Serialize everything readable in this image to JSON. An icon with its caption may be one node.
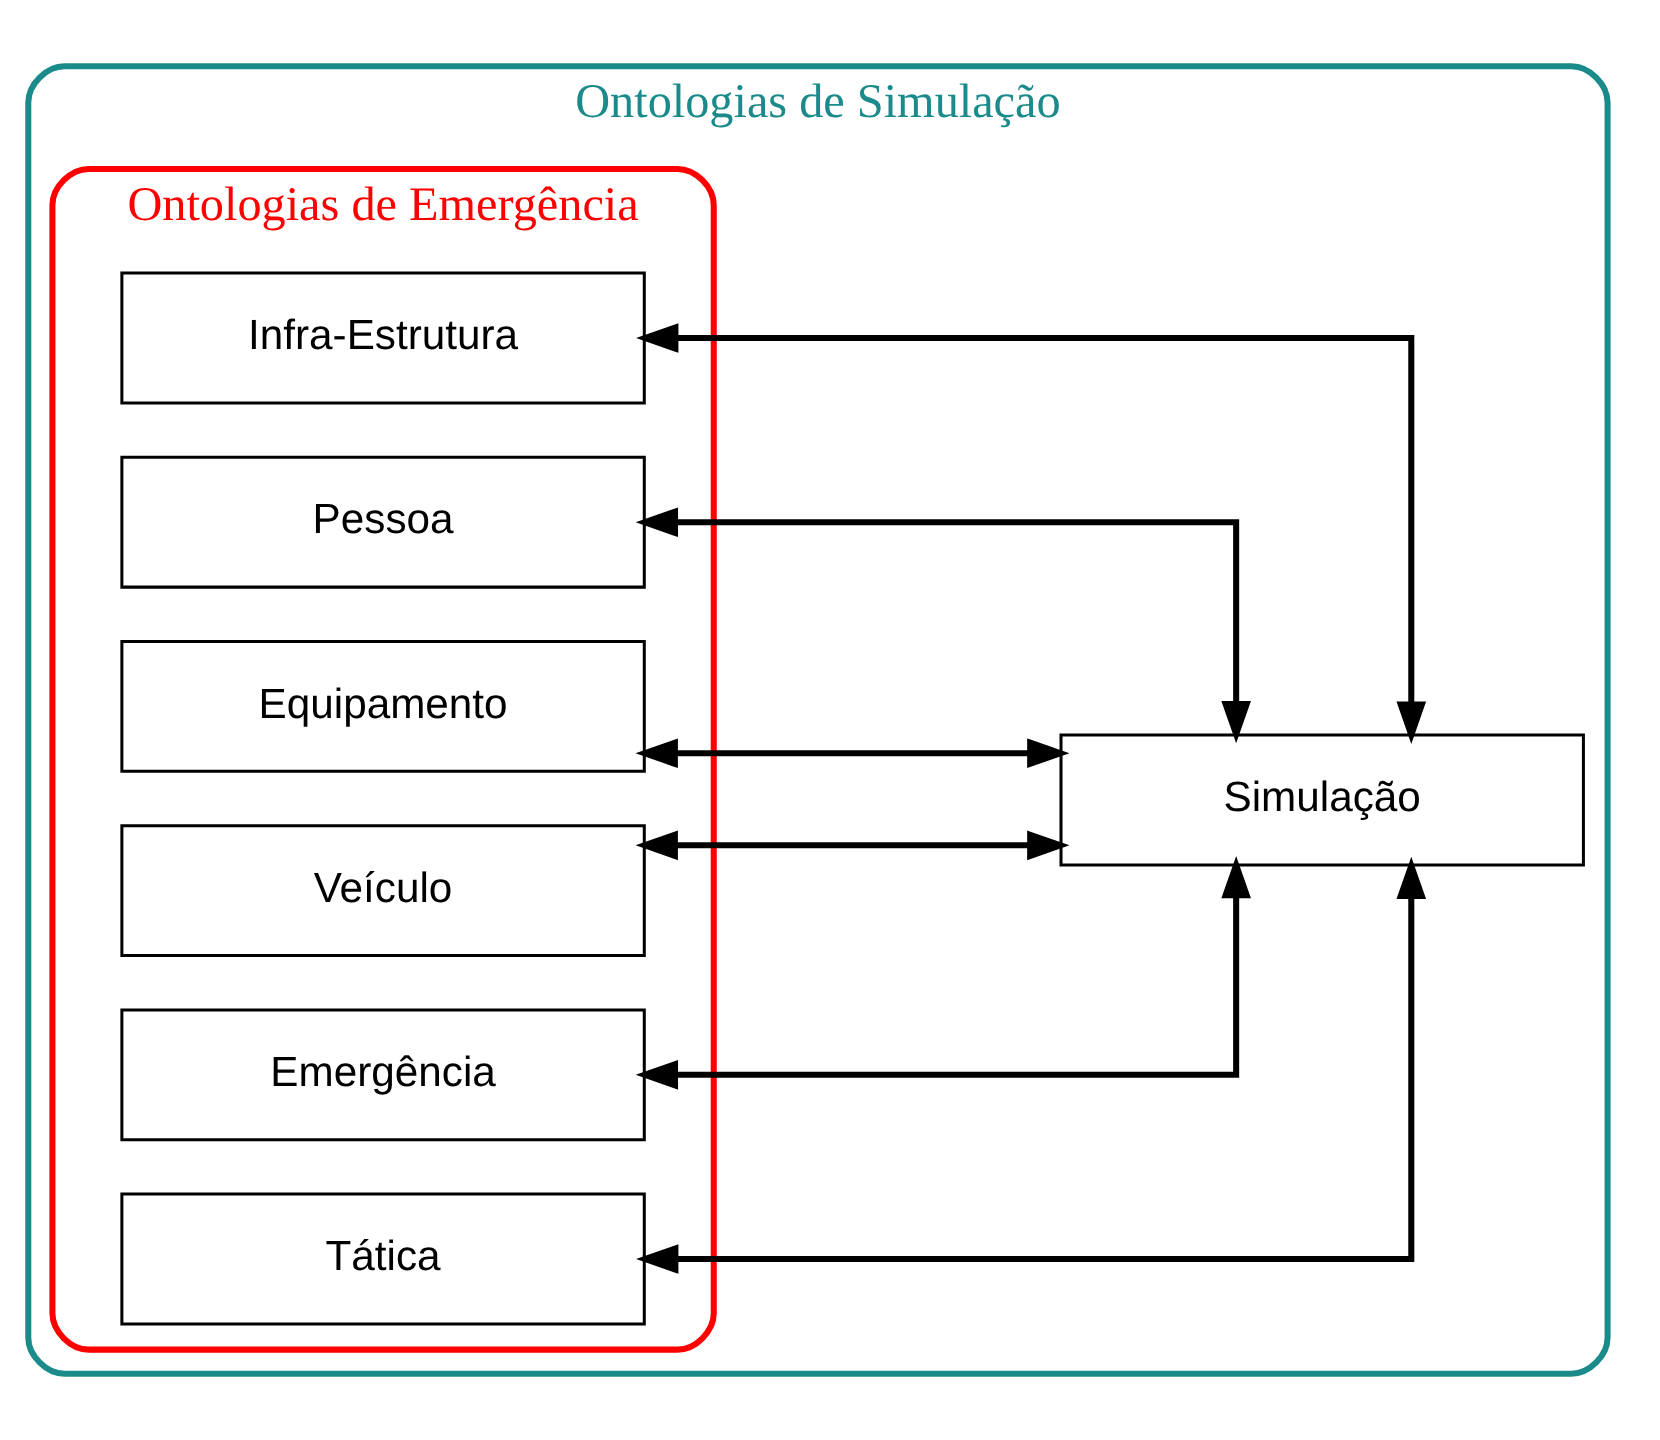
{
  "diagram": {
    "nodes": [
      {
        "text": [
          "Ontologias de Simulação"
        ]
      },
      {
        "text": [
          "Ontologias de Emergência"
        ],
        "in": 0
      },
      {
        "text": [
          "Infra-Estrutura"
        ],
        "in": 1
      },
      {
        "text": [
          "Pessoa"
        ],
        "in": 1
      },
      {
        "text": [
          "Equipamento"
        ],
        "in": 1
      },
      {
        "text": [
          "Veículo"
        ],
        "in": 1
      },
      {
        "text": [
          "Emergência"
        ],
        "in": 1
      },
      {
        "text": [
          "Tática"
        ],
        "in": 1
      },
      {
        "text": [
          "Simulação"
        ],
        "in": 0
      }
    ],
    "edges": [
      {
        "from": 2,
        "to": 8,
        "arrow": "both"
      },
      {
        "from": 3,
        "to": 8,
        "arrow": "both"
      },
      {
        "from": 4,
        "to": 8,
        "arrow": "both"
      },
      {
        "from": 5,
        "to": 8,
        "arrow": "both"
      },
      {
        "from": 6,
        "to": 8,
        "arrow": "both"
      },
      {
        "from": 7,
        "to": 8,
        "arrow": "both"
      }
    ]
  }
}
